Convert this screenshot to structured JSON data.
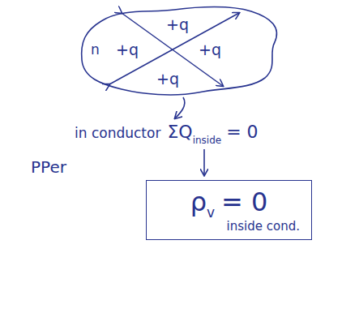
{
  "diagram": {
    "nodes": [
      {
        "text": [
          "+q",
          "+q",
          "+q",
          "+q"
        ]
      },
      {
        "text": [
          "ρ",
          "v",
          "= 0",
          "inside cond."
        ]
      }
    ],
    "labels": [
      "n",
      "in conductor",
      "ΣQ",
      "inside",
      "= 0",
      "PPer"
    ]
  }
}
